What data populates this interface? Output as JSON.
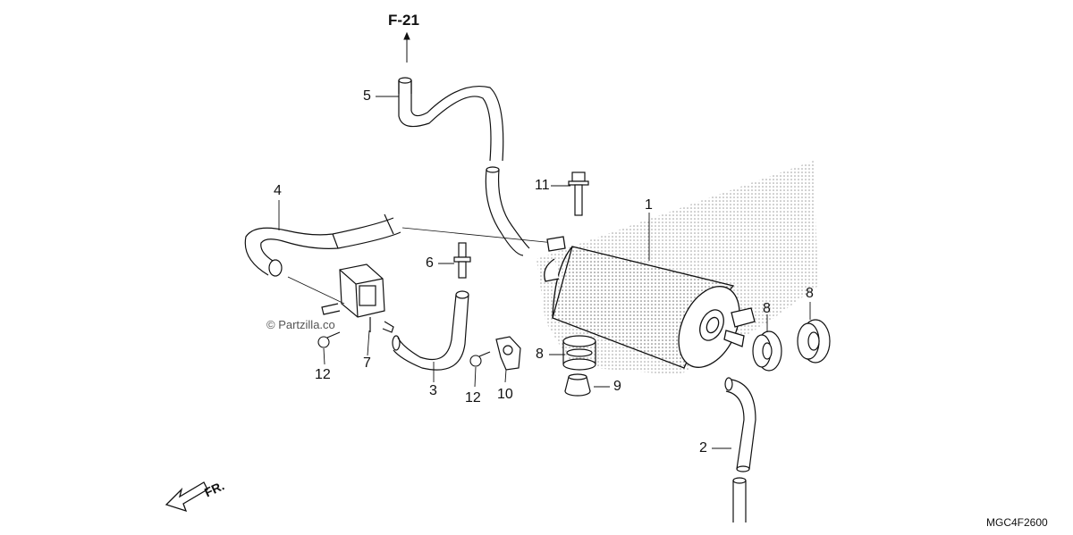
{
  "reference": "F-21",
  "front_label": "FR.",
  "watermark": "© Partzilla.co",
  "diagram_code": "MGC4F2600",
  "callouts": [
    "1",
    "2",
    "3",
    "4",
    "5",
    "6",
    "7",
    "8",
    "8",
    "8",
    "9",
    "10",
    "11",
    "12",
    "12"
  ],
  "stipple_color": "#9a9a9a"
}
